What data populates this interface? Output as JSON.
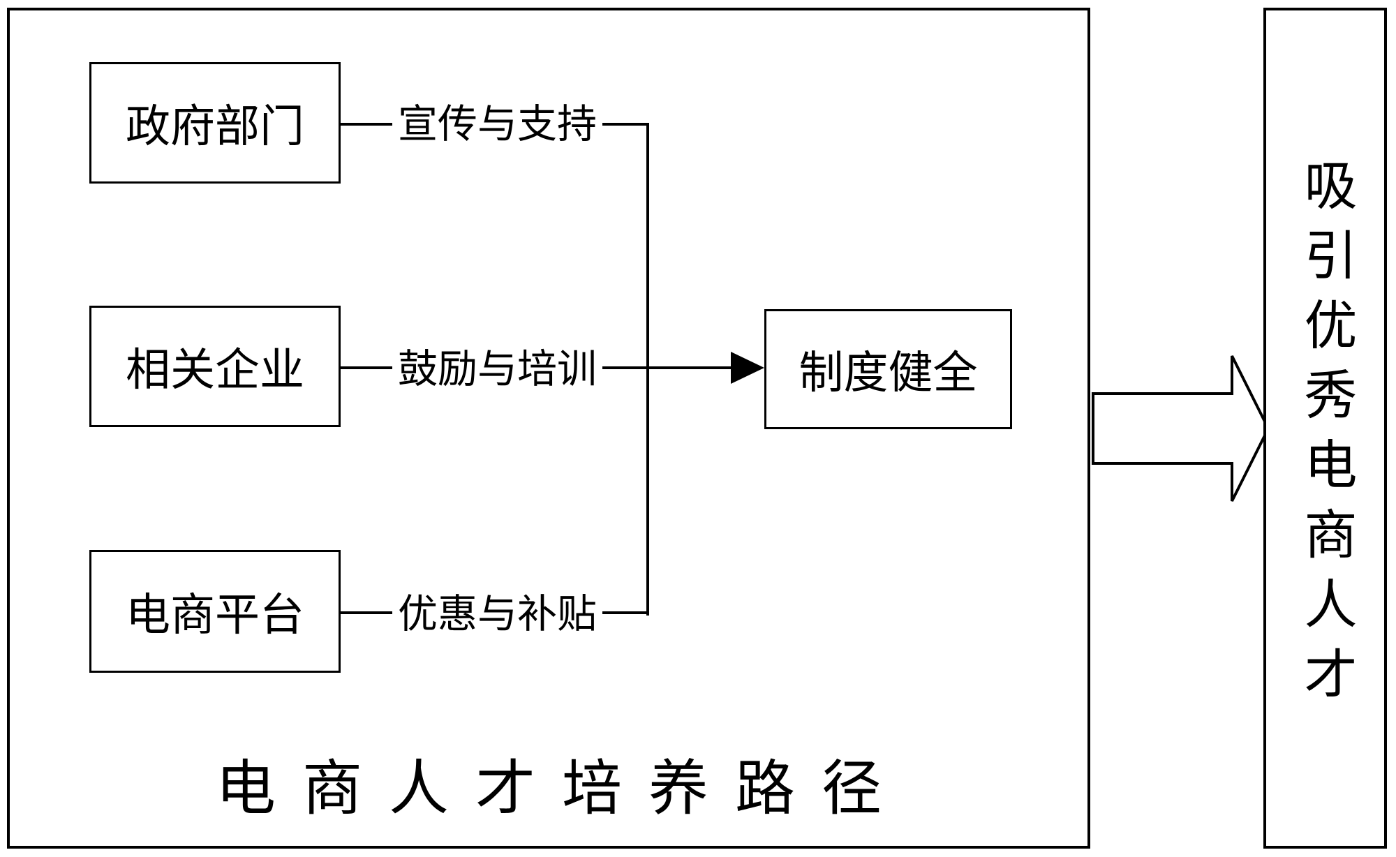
{
  "diagram": {
    "main_panel": {
      "title": "电商人才培养路径",
      "nodes": [
        {
          "label": "政府部门"
        },
        {
          "label": "相关企业"
        },
        {
          "label": "电商平台"
        },
        {
          "label": "制度健全"
        }
      ],
      "connectors": [
        {
          "from": "政府部门",
          "label": "宣传与支持",
          "to": "制度健全"
        },
        {
          "from": "相关企业",
          "label": "鼓励与培训",
          "to": "制度健全"
        },
        {
          "from": "电商平台",
          "label": "优惠与补贴",
          "to": "制度健全"
        }
      ]
    },
    "result_panel": {
      "text": "吸引优秀电商人才"
    },
    "colors": {
      "stroke": "#000000",
      "background": "#ffffff"
    }
  }
}
